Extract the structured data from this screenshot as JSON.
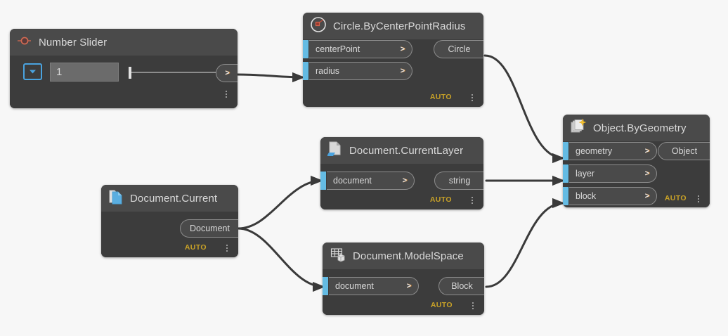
{
  "canvas": {
    "background_color": "#f7f7f7",
    "wire_color": "#3a3a3a"
  },
  "theme": {
    "node_body_color": "#3c3c3c",
    "node_header_color": "#4a4a4a",
    "port_accent_color": "#64bbe3",
    "auto_label_color": "#c9a227",
    "title_text_color": "#d9d9d9"
  },
  "nodes": [
    {
      "id": "number-slider",
      "title": "Number Slider",
      "icon": "number-slider-icon",
      "state_label": "",
      "inputs": [],
      "outputs": [
        {
          "label": "",
          "chevron": ">"
        }
      ],
      "slider": {
        "value": "1",
        "dropdown_icon": "chevron-down-icon",
        "handle_position_pct": 0
      }
    },
    {
      "id": "circle-bycenterpointradius",
      "title": "Circle.ByCenterPointRadius",
      "icon": "circle-radius-icon",
      "state_label": "AUTO",
      "inputs": [
        {
          "label": "centerPoint",
          "chevron": ">"
        },
        {
          "label": "radius",
          "chevron": ">"
        }
      ],
      "outputs": [
        {
          "label": "Circle"
        }
      ]
    },
    {
      "id": "document-currentlayer",
      "title": "Document.CurrentLayer",
      "icon": "document-layer-icon",
      "state_label": "AUTO",
      "inputs": [
        {
          "label": "document",
          "chevron": ">"
        }
      ],
      "outputs": [
        {
          "label": "string"
        }
      ]
    },
    {
      "id": "document-current",
      "title": "Document.Current",
      "icon": "document-icon",
      "state_label": "AUTO",
      "inputs": [],
      "outputs": [
        {
          "label": "Document"
        }
      ]
    },
    {
      "id": "document-modelspace",
      "title": "Document.ModelSpace",
      "icon": "modelspace-grid-icon",
      "state_label": "AUTO",
      "inputs": [
        {
          "label": "document",
          "chevron": ">"
        }
      ],
      "outputs": [
        {
          "label": "Block"
        }
      ]
    },
    {
      "id": "object-bygeometry",
      "title": "Object.ByGeometry",
      "icon": "object-geometry-icon",
      "state_label": "AUTO",
      "inputs": [
        {
          "label": "geometry",
          "chevron": ">"
        },
        {
          "label": "layer",
          "chevron": ">"
        },
        {
          "label": "block",
          "chevron": ">"
        }
      ],
      "outputs": [
        {
          "label": "Object"
        }
      ]
    }
  ],
  "connections": [
    {
      "from": "number-slider.output",
      "to": "circle-bycenterpointradius.radius"
    },
    {
      "from": "circle-bycenterpointradius.Circle",
      "to": "object-bygeometry.geometry"
    },
    {
      "from": "document-current.Document",
      "to": "document-currentlayer.document"
    },
    {
      "from": "document-current.Document",
      "to": "document-modelspace.document"
    },
    {
      "from": "document-currentlayer.string",
      "to": "object-bygeometry.layer"
    },
    {
      "from": "document-modelspace.Block",
      "to": "object-bygeometry.block"
    }
  ]
}
